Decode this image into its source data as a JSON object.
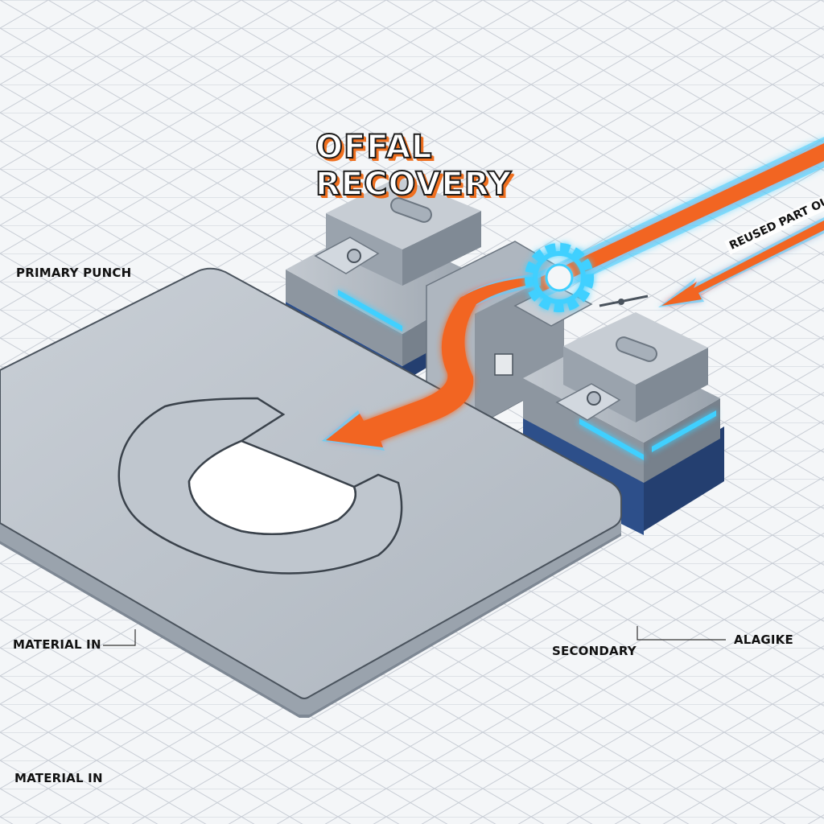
{
  "title": "OFFAL RECOVERY",
  "labels": {
    "primary_punch": "PRIMARY PUNCH",
    "material_in_upper": "MATERIAL IN",
    "material_in_lower": "MATERIAL IN",
    "secondary": "SECONDARY",
    "alagine": "ALAGIKE",
    "reused_part_out": "REUSED PART OUT"
  },
  "colors": {
    "background": "#f4f6f8",
    "grid": "#c9ced6",
    "steel": "#b4bcc6",
    "steel_dark": "#7e8894",
    "steel_light": "#d2d8df",
    "die_blue": "#2d4f8a",
    "glow_cyan": "#3fd0ff",
    "flow_orange": "#f26522",
    "title_outline": "#1c1c1c",
    "title_shadow": "#f07020"
  },
  "icons": {
    "gear": "gear-icon"
  }
}
